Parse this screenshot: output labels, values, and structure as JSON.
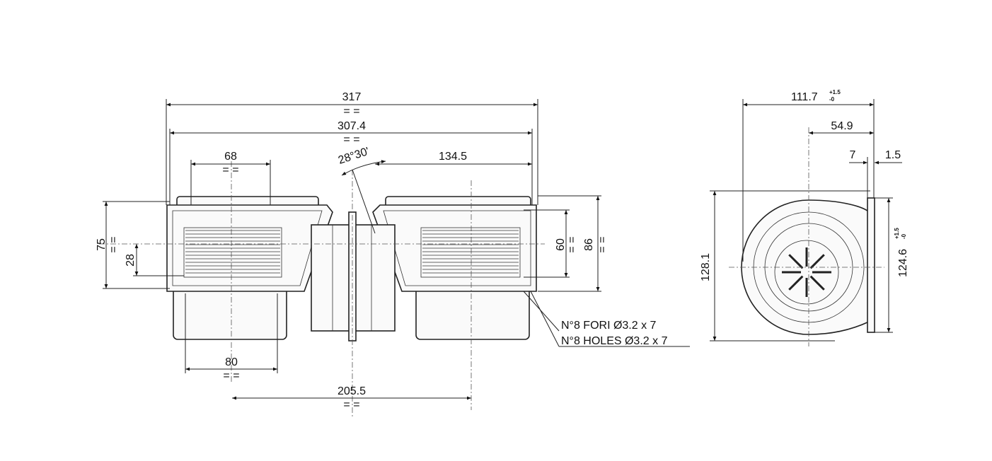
{
  "front_view": {
    "overall_length": "317",
    "housing_length": "307.4",
    "inlet_width": "68",
    "half_length": "134.5",
    "angle": "28°30'",
    "bottom_width": "80",
    "center_distance": "205.5",
    "height_left": "75",
    "inlet_offset": "28",
    "outlet_height": "60",
    "outlet_outer": "86",
    "symmetry_mark": "= =",
    "note_it": "N°8 FORI Ø3.2 x 7",
    "note_en": "N°8 HOLES Ø3.2 x 7"
  },
  "side_view": {
    "overall_depth": "111.7",
    "overall_depth_tol_plus": "+1.5",
    "overall_depth_tol_minus": "-0",
    "center_offset": "54.9",
    "flange_depth": "7",
    "flange_thickness": "1.5",
    "overall_height": "128.1",
    "flange_height": "124.6",
    "flange_height_tol_plus": "+1.5",
    "flange_height_tol_minus": "-0"
  }
}
